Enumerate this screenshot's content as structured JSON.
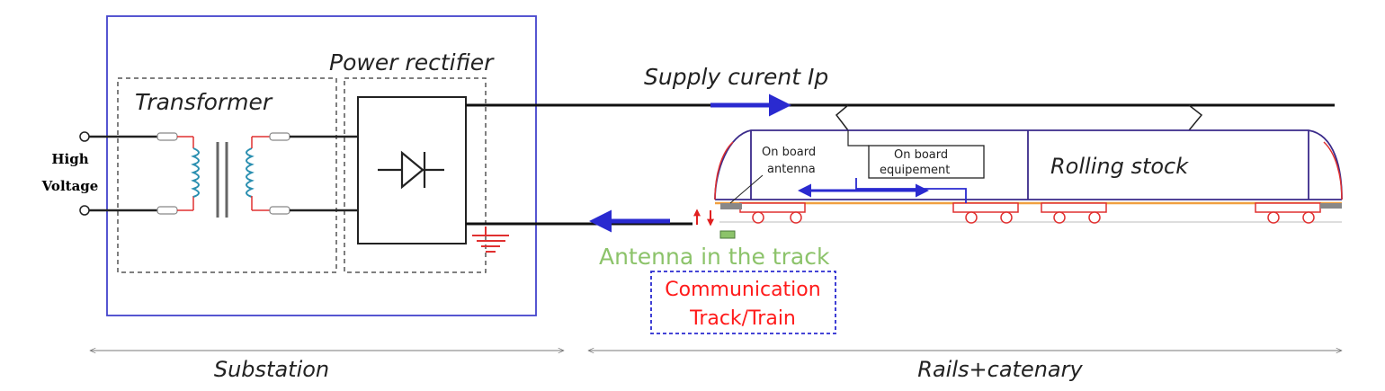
{
  "labels": {
    "high_voltage_line1": "High",
    "high_voltage_line2": "Voltage",
    "transformer": "Transformer",
    "power_rectifier": "Power rectifier",
    "supply_current": "Supply curent Ip",
    "on_board_antenna_line1": "On board",
    "on_board_antenna_line2": "antenna",
    "on_board_equipment_line1": "On board",
    "on_board_equipment_line2": "equipement",
    "rolling_stock": "Rolling stock",
    "antenna_in_track": "Antenna in the track",
    "communication_line1": "Communication",
    "communication_line2": "Track/Train",
    "substation": "Substation",
    "rails_catenary": "Rails+catenary"
  },
  "colors": {
    "substation_border": "#4444cc",
    "current_arrow": "#2a2ad0",
    "antenna_label": "#8cc36a",
    "communication_text": "#ff1a1a",
    "communication_border": "#2a2ad0",
    "coil": "#2a8fb0",
    "wire_red": "#e03030",
    "train_body": "#3a2a8a",
    "rail_orange": "#f0a040"
  }
}
